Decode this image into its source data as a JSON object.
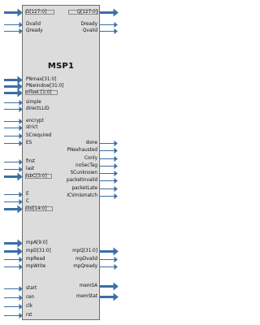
{
  "block": {
    "title": "MSP1",
    "fill": "#dcdcdc",
    "border": "#6e6e6e",
    "pin_color": "#3a6fa8"
  },
  "pins_left": [
    {
      "label": "D[127:0]",
      "bus": true,
      "boxed": true
    },
    {
      "label": "Dvalid",
      "bus": false
    },
    {
      "label": "Qready",
      "bus": false
    },
    {
      "label": "PNmax[31:0]",
      "bus": true
    },
    {
      "label": "PNwindow[31:0]",
      "bus": true
    },
    {
      "label": "offset [1:0]",
      "bus": true,
      "boxed": true
    },
    {
      "label": "simple",
      "bus": false
    },
    {
      "label": "directLLID",
      "bus": false
    },
    {
      "label": "encrypt",
      "bus": false
    },
    {
      "label": "strict",
      "bus": false
    },
    {
      "label": "SCrequired",
      "bus": false
    },
    {
      "label": "ES",
      "bus": false
    },
    {
      "label": "first",
      "bus": false
    },
    {
      "label": "last",
      "bus": false
    },
    {
      "label": "lsbC[3:0]",
      "bus": true,
      "boxed": true
    },
    {
      "label": "E",
      "bus": false
    },
    {
      "label": "C",
      "bus": false
    },
    {
      "label": "llid[14:0]",
      "bus": true,
      "boxed": true
    },
    {
      "label": "mpA[9:0]",
      "bus": true
    },
    {
      "label": "mpD[31:0]",
      "bus": true
    },
    {
      "label": "mpRead",
      "bus": false
    },
    {
      "label": "mpWrite",
      "bus": false
    },
    {
      "label": "start",
      "bus": false
    },
    {
      "label": "cen",
      "bus": false
    },
    {
      "label": "clk",
      "bus": false
    },
    {
      "label": "rst",
      "bus": false
    }
  ],
  "pins_right": [
    {
      "label": "Q[127:0]",
      "bus": true,
      "boxed": true
    },
    {
      "label": "Dready",
      "bus": false
    },
    {
      "label": "Qvalid",
      "bus": false
    },
    {
      "label": "done",
      "bus": false
    },
    {
      "label": "PNexhausted",
      "bus": false
    },
    {
      "label": "Conly",
      "bus": false
    },
    {
      "label": "noSecTag",
      "bus": false
    },
    {
      "label": "SCunknown",
      "bus": false
    },
    {
      "label": "packetInvalid",
      "bus": false
    },
    {
      "label": "packetLate",
      "bus": false
    },
    {
      "label": "ICVmismatch",
      "bus": false
    },
    {
      "label": "mpQ[31:0]",
      "bus": true
    },
    {
      "label": "mpDvalid",
      "bus": false
    },
    {
      "label": "mpQready",
      "bus": false
    },
    {
      "label": "memSA",
      "bus": true
    },
    {
      "label": "memStat",
      "bus": true
    }
  ]
}
